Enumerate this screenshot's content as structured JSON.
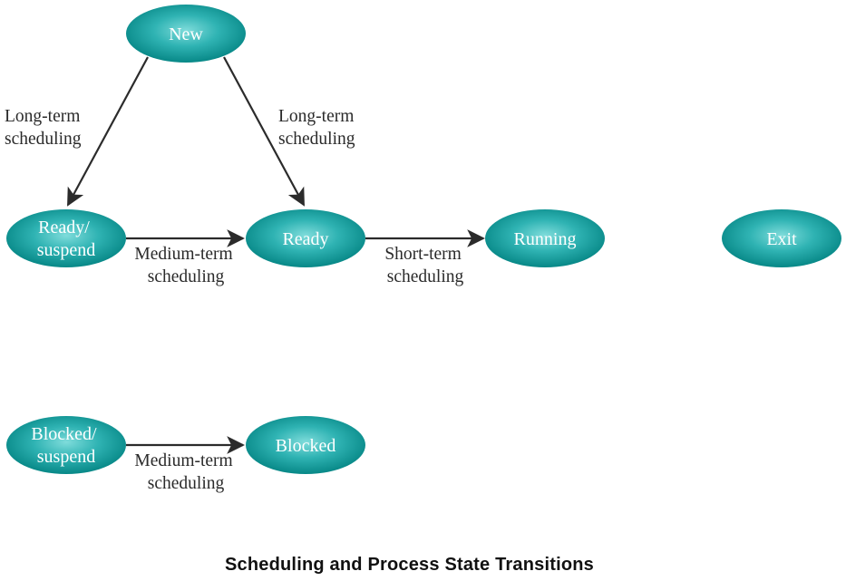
{
  "caption": "Scheduling and Process State Transitions",
  "states": {
    "new": "New",
    "ready_suspend": [
      "Ready/",
      "suspend"
    ],
    "ready": "Ready",
    "running": "Running",
    "exit": "Exit",
    "blocked_suspend": [
      "Blocked/",
      "suspend"
    ],
    "blocked": "Blocked"
  },
  "transitions": {
    "new_to_ready_suspend": [
      "Long-term",
      "scheduling"
    ],
    "new_to_ready": [
      "Long-term",
      "scheduling"
    ],
    "ready_suspend_to_ready": [
      "Medium-term",
      "scheduling"
    ],
    "ready_to_running": [
      "Short-term",
      "scheduling"
    ],
    "blocked_suspend_to_blocked": [
      "Medium-term",
      "scheduling"
    ]
  },
  "colors": {
    "node_center": "#6fd3d2",
    "node_edge": "#008b8b",
    "arrow": "#2b2b2b"
  }
}
